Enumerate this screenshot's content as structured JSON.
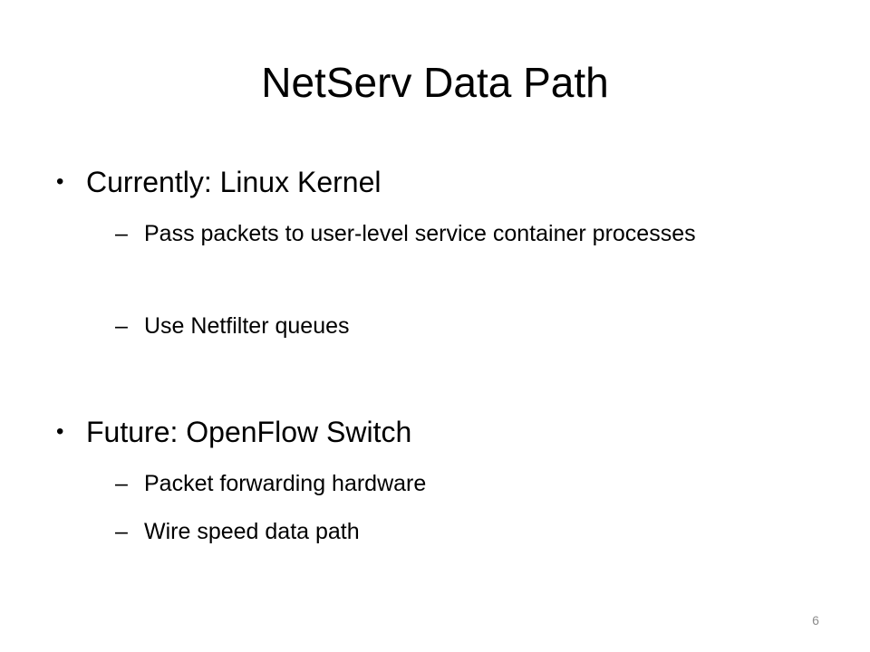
{
  "slide": {
    "title": "NetServ Data Path",
    "page_number": "6",
    "bullets": [
      {
        "text": "Currently: Linux Kernel",
        "subitems": [
          "Pass packets to user-level service container processes",
          "Use Netfilter queues"
        ]
      },
      {
        "text": "Future: OpenFlow Switch",
        "subitems": [
          "Packet forwarding hardware",
          "Wire speed data path"
        ]
      }
    ],
    "bullet_glyph": "•",
    "subitem_glyph": "–"
  }
}
